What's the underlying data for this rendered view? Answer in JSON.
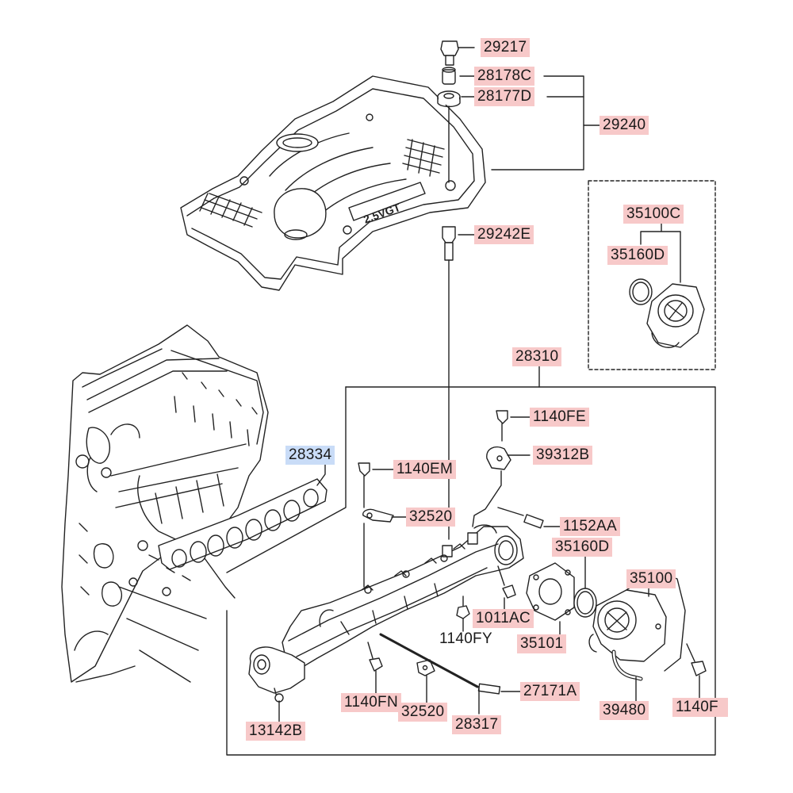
{
  "diagram": {
    "highlight_colors": {
      "part": "#f7c9c9",
      "selected": "#c9dcf7"
    },
    "labels": {
      "p29217": "29217",
      "p28178C": "28178C",
      "p28177D": "28177D",
      "p29240": "29240",
      "p29242E": "29242E",
      "p35100C": "35100C",
      "p35160D_top": "35160D",
      "p28310": "28310",
      "p1140FE": "1140FE",
      "p39312B": "39312B",
      "p28334": "28334",
      "p1140EM": "1140EM",
      "p32520_top": "32520",
      "p1152AA": "1152AA",
      "p35160D_mid": "35160D",
      "p35100": "35100",
      "p1011AC": "1011AC",
      "p1140FY": "1140FY",
      "p35101": "35101",
      "p1140FN": "1140FN",
      "p32520_bot": "32520",
      "p28317": "28317",
      "p27171A": "27171A",
      "p39480": "39480",
      "p1140F": "1140F",
      "p13142B": "13142B"
    },
    "cover_badge": "2.5VGT"
  }
}
